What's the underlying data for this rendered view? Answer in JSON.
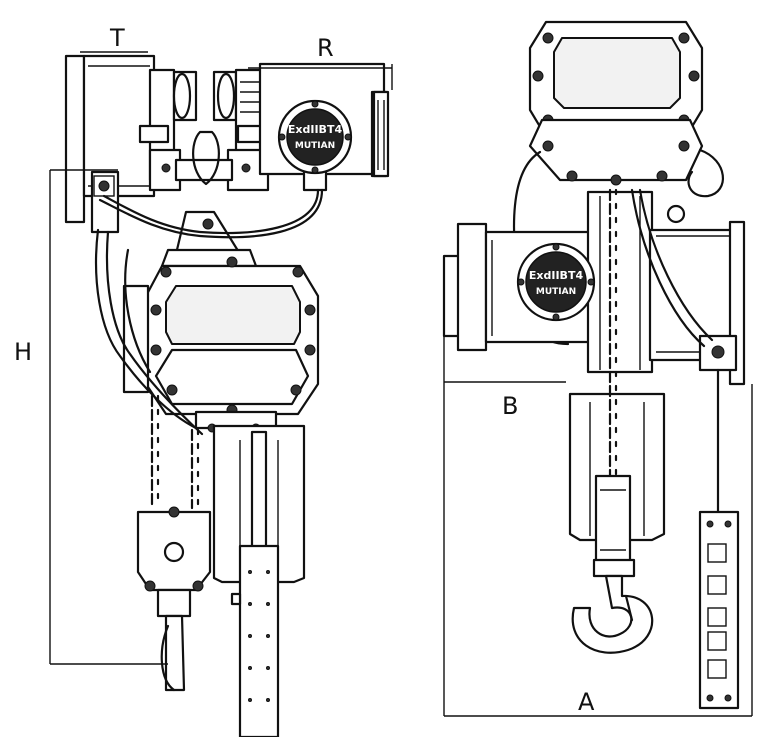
{
  "dimensions": {
    "T": "T",
    "R": "R",
    "H": "H",
    "B": "B",
    "A": "A"
  },
  "nameplate": {
    "rating": "ExdIIBT4",
    "brand": "MUTIAN"
  },
  "pendant": {
    "button_count": 5
  }
}
